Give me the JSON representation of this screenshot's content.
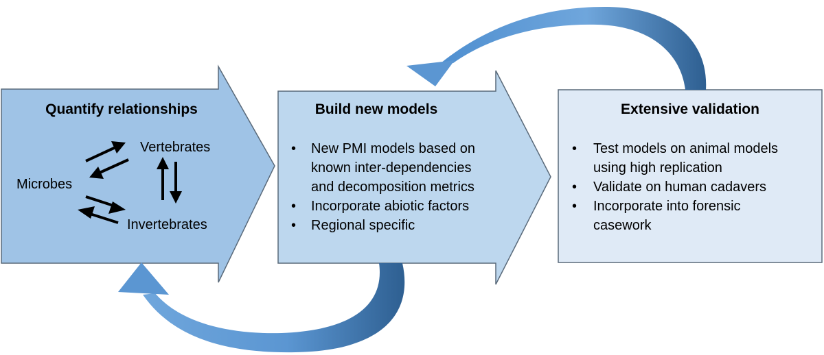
{
  "stage1": {
    "title": "Quantify relationships",
    "labels": {
      "microbes": "Microbes",
      "vertebrates": "Vertebrates",
      "invertebrates": "Invertebrates"
    }
  },
  "stage2": {
    "title": "Build new models",
    "bullets": [
      {
        "lines": [
          "New PMI models based on",
          "known inter-dependencies",
          "and decomposition metrics"
        ]
      },
      {
        "lines": [
          "Incorporate abiotic factors"
        ]
      },
      {
        "lines": [
          "Regional specific"
        ]
      }
    ]
  },
  "stage3": {
    "title": "Extensive validation",
    "bullets": [
      {
        "lines": [
          "Test models on animal models",
          "using high replication"
        ]
      },
      {
        "lines": [
          "Validate on human cadavers"
        ]
      },
      {
        "lines": [
          "Incorporate into forensic",
          "casework"
        ]
      }
    ]
  },
  "colors": {
    "arrow1_fill": "#9fc3e6",
    "arrow2_fill": "#bdd7ee",
    "box3_fill": "#dfeaf6",
    "outline": "#5a6a7a",
    "curve_light": "#9dc3e6",
    "curve_dark": "#2e75b6"
  },
  "icons": {
    "top_curve": "curved-feedback-arrow-icon",
    "bottom_curve": "curved-feedback-arrow-icon",
    "relationship_arrows": "double-arrow-icon"
  }
}
